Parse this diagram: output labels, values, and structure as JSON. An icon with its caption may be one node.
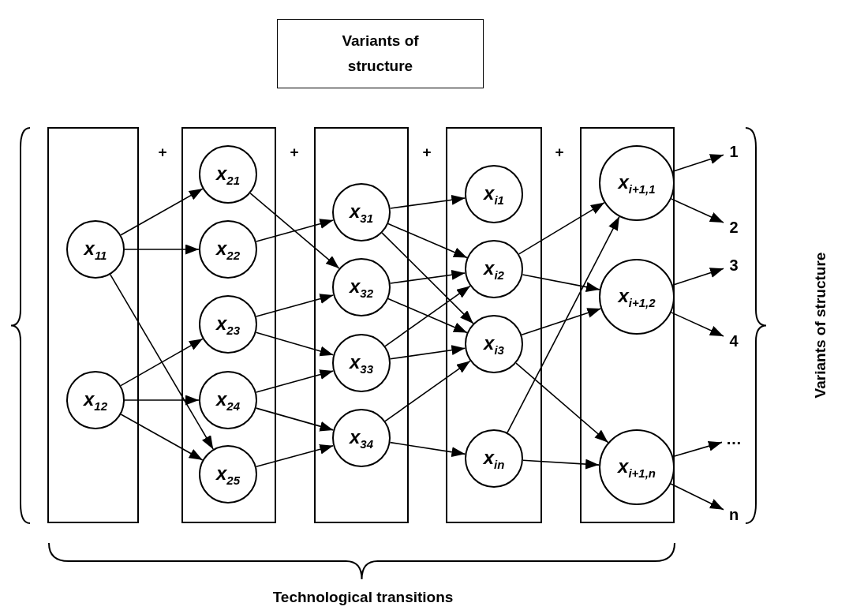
{
  "diagram": {
    "nodes": [
      {
        "text": [
          "Variants of structure"
        ]
      },
      {
        "text": [],
        "shape": "box"
      },
      {
        "text": [],
        "shape": "box"
      },
      {
        "text": [],
        "shape": "box"
      },
      {
        "text": [],
        "shape": "box"
      },
      {
        "text": [],
        "shape": "box"
      },
      {
        "text": [
          "x$_{11}$"
        ],
        "in": 1
      },
      {
        "text": [
          "x$_{12}$"
        ],
        "in": 1
      },
      {
        "text": [
          "x$_{21}$"
        ],
        "in": 2
      },
      {
        "text": [
          "x$_{22}$"
        ],
        "in": 2
      },
      {
        "text": [
          "x$_{23}$"
        ],
        "in": 2
      },
      {
        "text": [
          "x$_{24}$"
        ],
        "in": 2
      },
      {
        "text": [
          "x$_{25}$"
        ],
        "in": 2
      },
      {
        "text": [
          "x$_{31}$"
        ],
        "in": 3
      },
      {
        "text": [
          "x$_{32}$"
        ],
        "in": 3
      },
      {
        "text": [
          "x$_{33}$"
        ],
        "in": 3
      },
      {
        "text": [
          "x$_{34}$"
        ],
        "in": 3
      },
      {
        "text": [
          "x$_{i1}$"
        ],
        "in": 4
      },
      {
        "text": [
          "x$_{i2}$"
        ],
        "in": 4
      },
      {
        "text": [
          "x$_{i3}$"
        ],
        "in": 4
      },
      {
        "text": [
          "x$_{in}$"
        ],
        "in": 4
      },
      {
        "text": [
          "x$_{i+1,1}$"
        ],
        "in": 5
      },
      {
        "text": [
          "x$_{i+1,2}$"
        ],
        "in": 5
      },
      {
        "text": [
          "x$_{i+1,n}$"
        ],
        "in": 5
      },
      {
        "text": [
          "1"
        ]
      },
      {
        "text": [
          "2"
        ]
      },
      {
        "text": [
          "3"
        ]
      },
      {
        "text": [
          "4"
        ]
      },
      {
        "text": [
          "…"
        ]
      },
      {
        "text": [
          "n"
        ]
      }
    ],
    "edges": [
      {
        "from": 6,
        "to": 8,
        "arrow": "to"
      },
      {
        "from": 6,
        "to": 9,
        "arrow": "to"
      },
      {
        "from": 6,
        "to": 12,
        "arrow": "to"
      },
      {
        "from": 7,
        "to": 10,
        "arrow": "to"
      },
      {
        "from": 7,
        "to": 11,
        "arrow": "to"
      },
      {
        "from": 7,
        "to": 12,
        "arrow": "to"
      },
      {
        "from": 8,
        "to": 14,
        "arrow": "to"
      },
      {
        "from": 9,
        "to": 13,
        "arrow": "to"
      },
      {
        "from": 10,
        "to": 14,
        "arrow": "to"
      },
      {
        "from": 10,
        "to": 15,
        "arrow": "to"
      },
      {
        "from": 11,
        "to": 15,
        "arrow": "to"
      },
      {
        "from": 11,
        "to": 16,
        "arrow": "to"
      },
      {
        "from": 12,
        "to": 16,
        "arrow": "to"
      },
      {
        "from": 13,
        "to": 17,
        "arrow": "to"
      },
      {
        "from": 13,
        "to": 18,
        "arrow": "to"
      },
      {
        "from": 13,
        "to": 19,
        "arrow": "to"
      },
      {
        "from": 14,
        "to": 18,
        "arrow": "to"
      },
      {
        "from": 14,
        "to": 19,
        "arrow": "to"
      },
      {
        "from": 15,
        "to": 18,
        "arrow": "to"
      },
      {
        "from": 15,
        "to": 19,
        "arrow": "to"
      },
      {
        "from": 16,
        "to": 19,
        "arrow": "to"
      },
      {
        "from": 16,
        "to": 20,
        "arrow": "to"
      },
      {
        "from": 18,
        "to": 21,
        "arrow": "to"
      },
      {
        "from": 18,
        "to": 22,
        "arrow": "to"
      },
      {
        "from": 19,
        "to": 22,
        "arrow": "to"
      },
      {
        "from": 19,
        "to": 23,
        "arrow": "to"
      },
      {
        "from": 20,
        "to": 21,
        "arrow": "to"
      },
      {
        "from": 20,
        "to": 23,
        "arrow": "to"
      },
      {
        "from": 21,
        "to": 24,
        "arrow": "to"
      },
      {
        "from": 21,
        "to": 25,
        "arrow": "to"
      },
      {
        "from": 22,
        "to": 26,
        "arrow": "to"
      },
      {
        "from": 22,
        "to": 27,
        "arrow": "to"
      },
      {
        "from": 23,
        "to": 28,
        "arrow": "to"
      },
      {
        "from": 23,
        "to": 29,
        "arrow": "to"
      }
    ],
    "labels": [
      "+",
      "+",
      "+",
      "+",
      "Variants of structure",
      "Technological transitions"
    ]
  }
}
